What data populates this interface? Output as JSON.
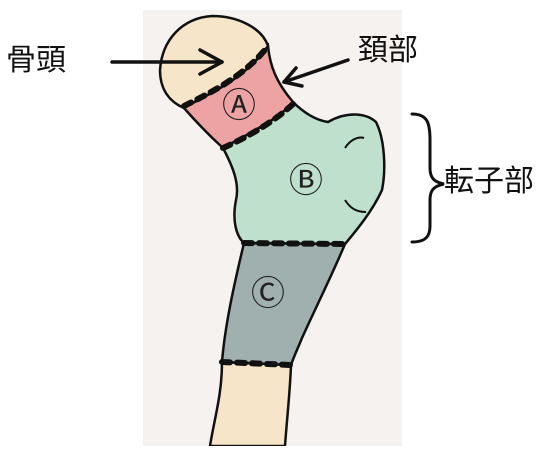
{
  "labels": {
    "head": "骨頭",
    "neck": "頚部",
    "trochanter": "転子部"
  },
  "regions": {
    "a": "Ⓐ",
    "b": "Ⓑ",
    "c": "Ⓒ"
  },
  "colors": {
    "background_panel": "#f6f2f0",
    "head_fill": "#f7e5c9",
    "region_a_fill": "#eda3a4",
    "region_b_fill": "#bfe0cd",
    "region_c_fill": "#9fb0ae",
    "shaft_fill": "#f7e5c9",
    "outline": "#111111"
  }
}
